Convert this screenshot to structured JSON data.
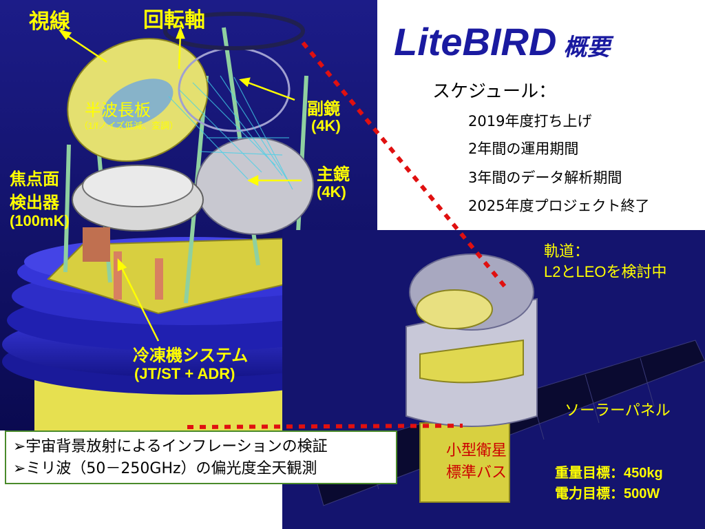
{
  "title": {
    "main": "LiteBIRD",
    "sub": "概要"
  },
  "schedule": {
    "heading": "スケジュール：",
    "items": [
      "2019年度打ち上げ",
      "2年間の運用期間",
      "3年間のデータ解析期間",
      "2025年度プロジェクト終了"
    ]
  },
  "labels": {
    "line_of_sight": "視線",
    "rotation_axis": "回転軸",
    "hwp": "半波長板",
    "hwp_note": "（1/fノイズ低減、変調）",
    "secondary": "副鏡",
    "secondary_temp": "(4K)",
    "primary": "主鏡",
    "primary_temp": "(4K)",
    "focal_1": "焦点面",
    "focal_2": "検出器",
    "focal_temp": "(100mK)",
    "cooler": "冷凍機システム",
    "cooler_sub": "(JT/ST + ADR)",
    "orbit_1": "軌道：",
    "orbit_2": "L2とLEOを検討中",
    "solar": "ソーラーパネル",
    "bus_1": "小型衛星",
    "bus_2": "標準バス",
    "mass": "重量目標：450kg",
    "power": "電力目標：500W"
  },
  "goals": [
    "➢宇宙背景放射によるインフレーションの検証",
    "➢ミリ波（50－250GHz）の偏光度全天観測"
  ],
  "colors": {
    "title": "#1a1aa0",
    "label_yellow": "#ffff00",
    "label_red": "#cc0000",
    "bg_dark": "#10106a",
    "dash_red": "#e01010"
  }
}
